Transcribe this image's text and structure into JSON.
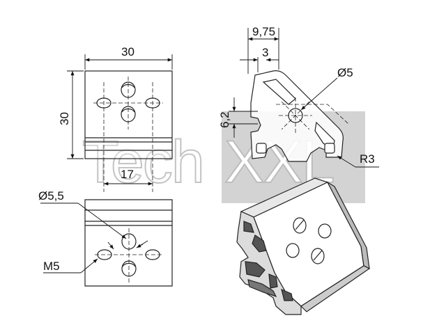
{
  "watermark": {
    "part_a": "Tech",
    "part_b": "XXL",
    "colors": {
      "box": "#d3d3d3",
      "letter_outline": "#c4c4c4",
      "letter_fill": "#ffffff"
    }
  },
  "dimensions": {
    "front_width": "30",
    "front_height": "30",
    "hole_spacing": "17",
    "hole_diameter": "Ø5,5",
    "thread": "M5",
    "profile_width": "9,75",
    "slot_width": "3",
    "bore_diameter": "Ø5",
    "slot_height": "6,2",
    "corner_radius": "R3"
  },
  "colors": {
    "line": "#222222",
    "part_fill": "#ffffff",
    "shade": "#555555",
    "dim": "#111111"
  }
}
